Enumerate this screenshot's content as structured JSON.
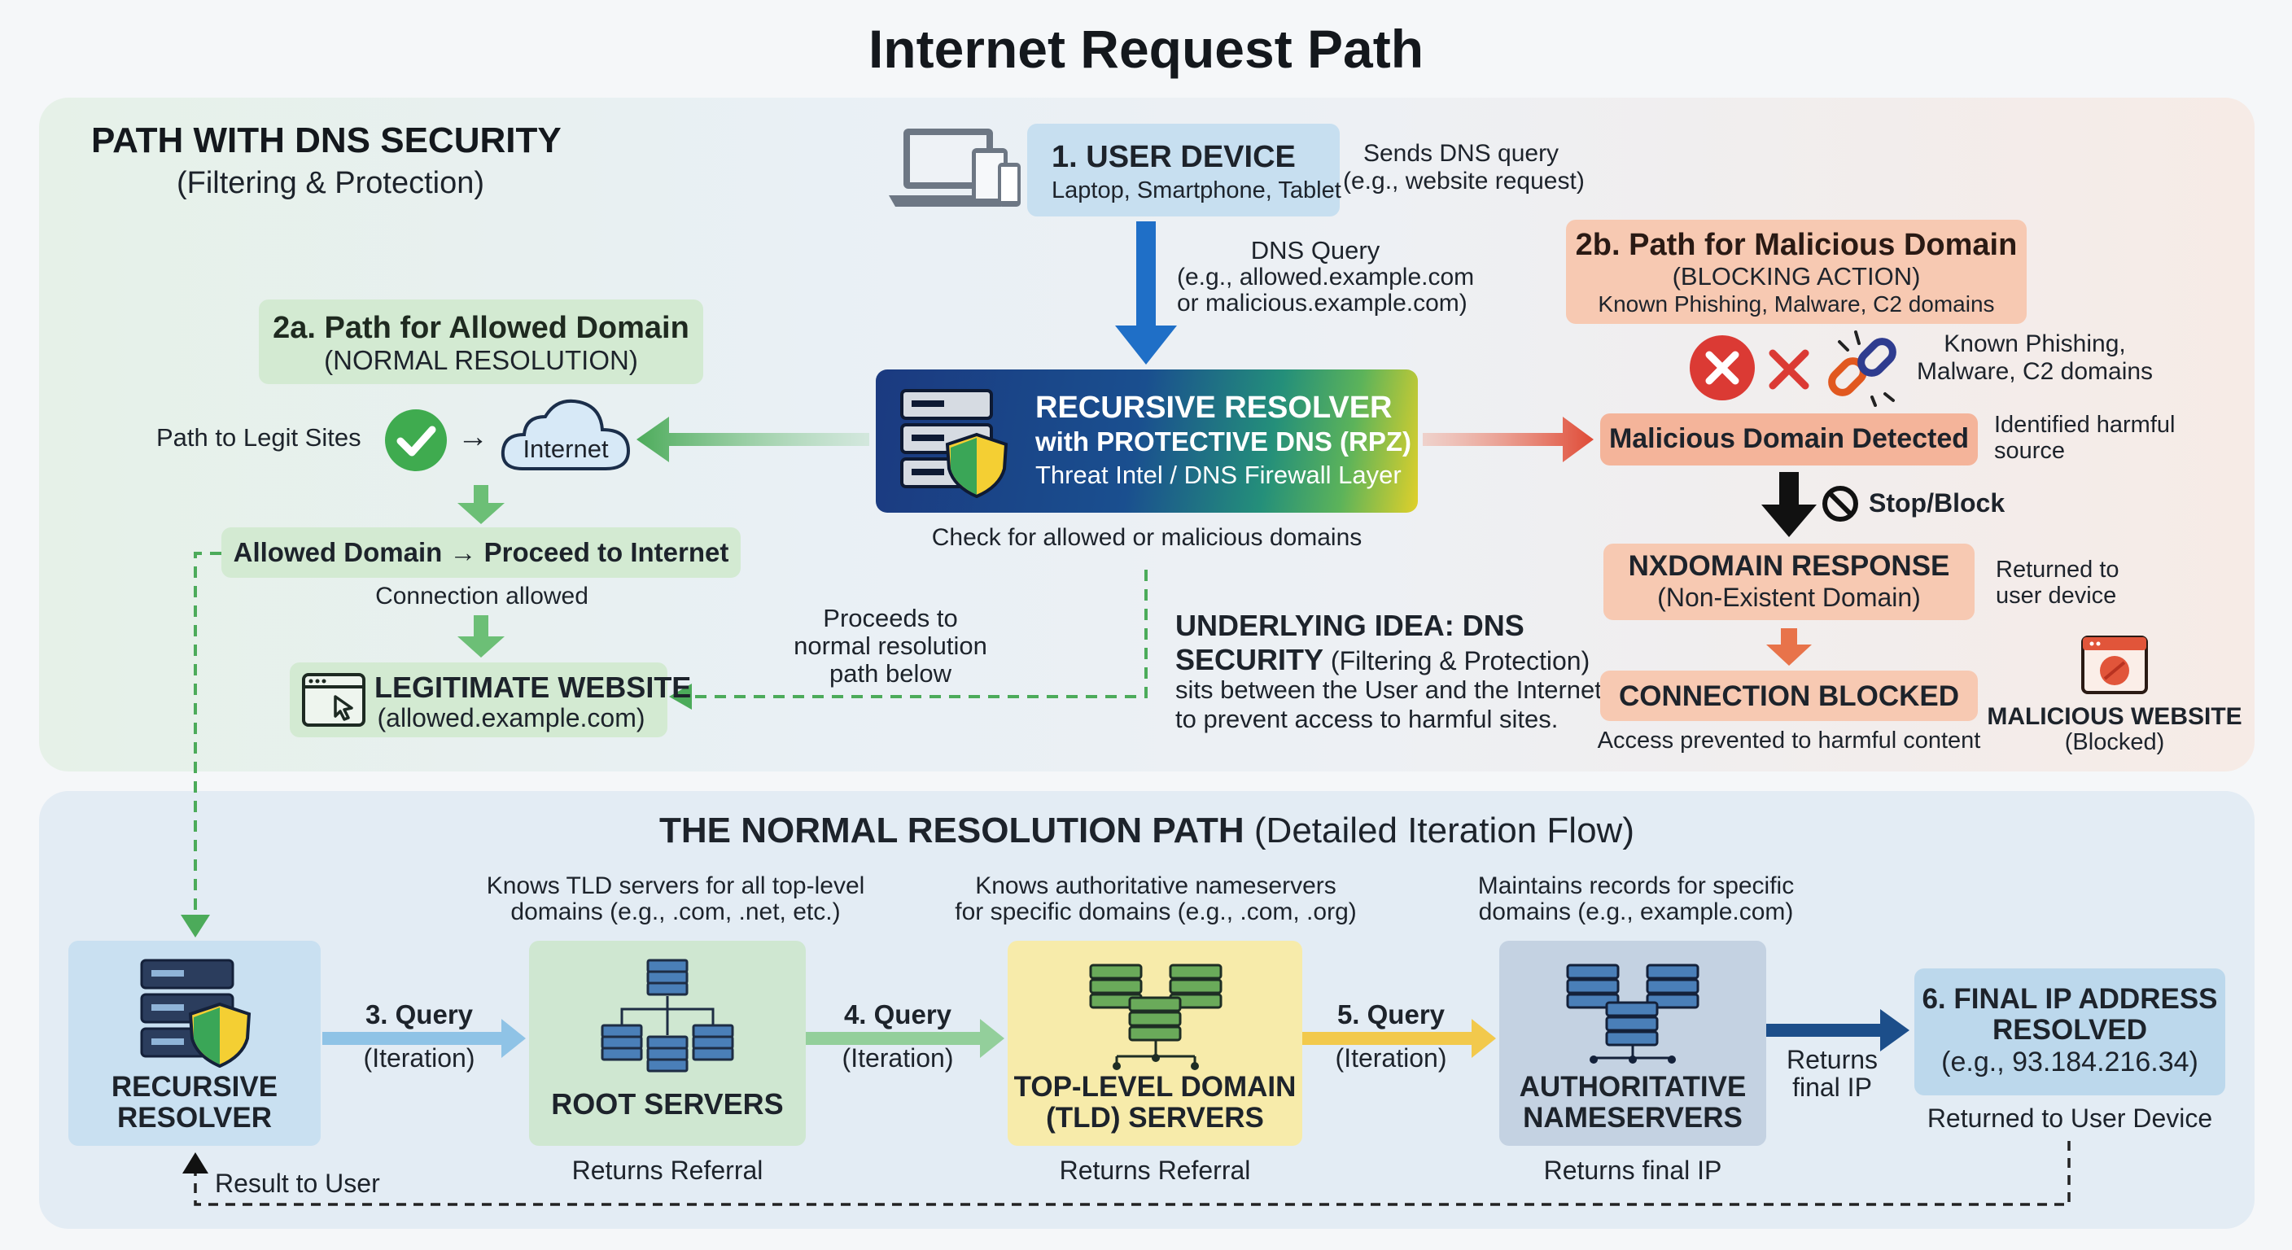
{
  "title": "Internet Request Path",
  "top_section": {
    "heading": "PATH WITH DNS SECURITY",
    "subheading": "(Filtering & Protection)",
    "user_device": {
      "title": "1. USER DEVICE",
      "subtitle": "Laptop, Smartphone, Tablet",
      "note_line1": "Sends DNS query",
      "note_line2": "(e.g., website request)"
    },
    "dns_query": {
      "line1": "DNS Query",
      "line2": "(e.g., allowed.example.com",
      "line3": "or malicious.example.com)"
    },
    "resolver": {
      "line1": "RECURSIVE RESOLVER",
      "line2": "with PROTECTIVE DNS (RPZ)",
      "line3": "Threat Intel / DNS Firewall Layer",
      "caption": "Check for allowed or malicious domains"
    },
    "allowed": {
      "title": "2a. Path for Allowed Domain",
      "subtitle": "(NORMAL RESOLUTION)",
      "legit_label": "Path to Legit Sites",
      "arrow_glyph": "→",
      "internet_label": "Internet",
      "proceed_label": "Allowed Domain → Proceed to Internet",
      "connection_label": "Connection allowed",
      "website_title": "LEGITIMATE WEBSITE",
      "website_sub": "(allowed.example.com)",
      "proceeds_line1": "Proceeds to",
      "proceeds_line2": "normal resolution",
      "proceeds_line3": "path below"
    },
    "malicious": {
      "title": "2b. Path for Malicious Domain",
      "subtitle": "(BLOCKING ACTION)",
      "domains": "Known Phishing, Malware, C2 domains",
      "known_line1": "Known Phishing,",
      "known_line2": "Malware, C2 domains",
      "detected_label": "Malicious Domain Detected",
      "identified_line1": "Identified harmful",
      "identified_line2": "source",
      "stop_label": "Stop/Block",
      "nx_title": "NXDOMAIN RESPONSE",
      "nx_sub": "(Non-Existent Domain)",
      "returned_line1": "Returned to",
      "returned_line2": "user device",
      "blocked_label": "CONNECTION BLOCKED",
      "access_label": "Access prevented to harmful content",
      "site_title": "MALICIOUS WEBSITE",
      "site_sub": "(Blocked)"
    },
    "idea": {
      "line1": "UNDERLYING IDEA: DNS",
      "line2_bold": "SECURITY",
      "line2_rest": " (Filtering & Protection)",
      "line3": "sits between the User and the Internet",
      "line4": "to prevent access to harmful sites."
    }
  },
  "bottom_section": {
    "heading_bold": "THE NORMAL RESOLUTION PATH",
    "heading_rest": " (Detailed Iteration Flow)",
    "recursive": {
      "line1": "RECURSIVE",
      "line2": "RESOLVER"
    },
    "query3": {
      "label": "3. Query",
      "sub": "(Iteration)"
    },
    "root": {
      "label": "ROOT SERVERS",
      "above_line1": "Knows TLD servers for all top-level",
      "above_line2": "domains (e.g., .com, .net, etc.)",
      "below": "Returns Referral"
    },
    "query4": {
      "label": "4. Query",
      "sub": "(Iteration)"
    },
    "tld": {
      "line1": "TOP-LEVEL DOMAIN",
      "line2": "(TLD) SERVERS",
      "above_line1": "Knows authoritative nameservers",
      "above_line2": "for specific domains (e.g., .com, .org)",
      "below": "Returns Referral"
    },
    "query5": {
      "label": "5. Query",
      "sub": "(Iteration)"
    },
    "auth": {
      "line1": "AUTHORITATIVE",
      "line2": "NAMESERVERS",
      "above_line1": "Maintains records for specific",
      "above_line2": "domains (e.g., example.com)",
      "below": "Returns final IP"
    },
    "returns_ip": {
      "line1": "Returns",
      "line2": "final IP"
    },
    "final": {
      "line1": "6. FINAL IP ADDRESS",
      "line2": "RESOLVED",
      "line3": "(e.g., 93.184.216.34)",
      "below": "Returned to User Device"
    },
    "result_label": "Result to User"
  },
  "colors": {
    "green": "#4cab5a",
    "green_box": "#d3ead2",
    "red": "#df4a36",
    "salmon_box": "#f7c9b2",
    "blue_arrow": "#1f6fc7",
    "resolver_blue": "#1b3f86",
    "tld_yellow": "#f7ebaa",
    "auth_blue": "#c4d2e2",
    "final_blue": "#bcd8ec",
    "rec_blue": "#c9e0f1"
  }
}
